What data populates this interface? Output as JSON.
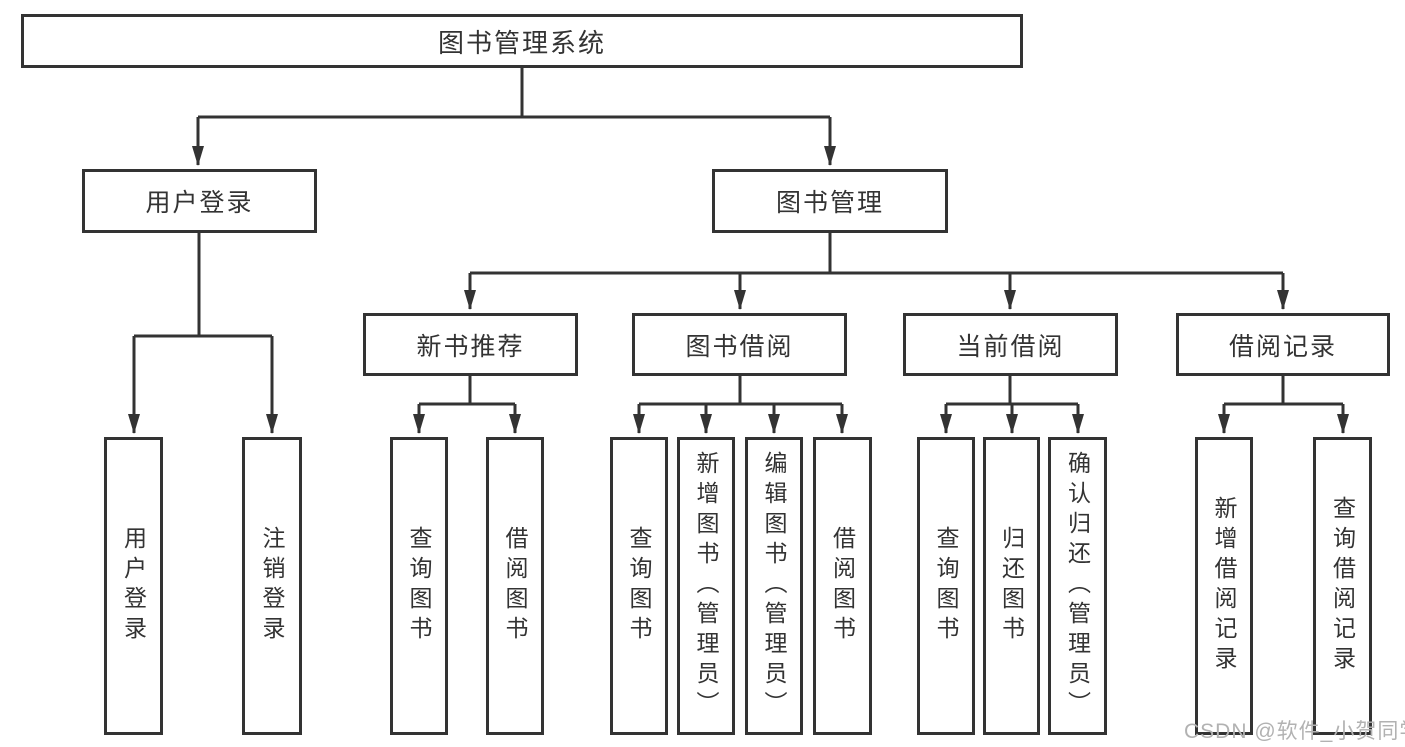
{
  "colors": {
    "line": "#333333",
    "box_border": "#333333",
    "text": "#333333",
    "background": "#ffffff",
    "watermark": "#b2b2b2"
  },
  "root": {
    "label": "图书管理系统"
  },
  "user_branch": {
    "label": "用户登录",
    "children": [
      {
        "label": "用户登录"
      },
      {
        "label": "注销登录"
      }
    ]
  },
  "book_branch": {
    "label": "图书管理",
    "sections": [
      {
        "label": "新书推荐",
        "children": [
          {
            "label": "查询图书"
          },
          {
            "label": "借阅图书"
          }
        ]
      },
      {
        "label": "图书借阅",
        "children": [
          {
            "label": "查询图书"
          },
          {
            "label": "新增图书（管理员）"
          },
          {
            "label": "编辑图书（管理员）"
          },
          {
            "label": "借阅图书"
          }
        ]
      },
      {
        "label": "当前借阅",
        "children": [
          {
            "label": "查询图书"
          },
          {
            "label": "归还图书"
          },
          {
            "label": "确认归还（管理员）"
          }
        ]
      },
      {
        "label": "借阅记录",
        "children": [
          {
            "label": "新增借阅记录"
          },
          {
            "label": "查询借阅记录"
          }
        ]
      }
    ]
  },
  "watermark": {
    "label": "CSDN @软件_小贺同学"
  }
}
